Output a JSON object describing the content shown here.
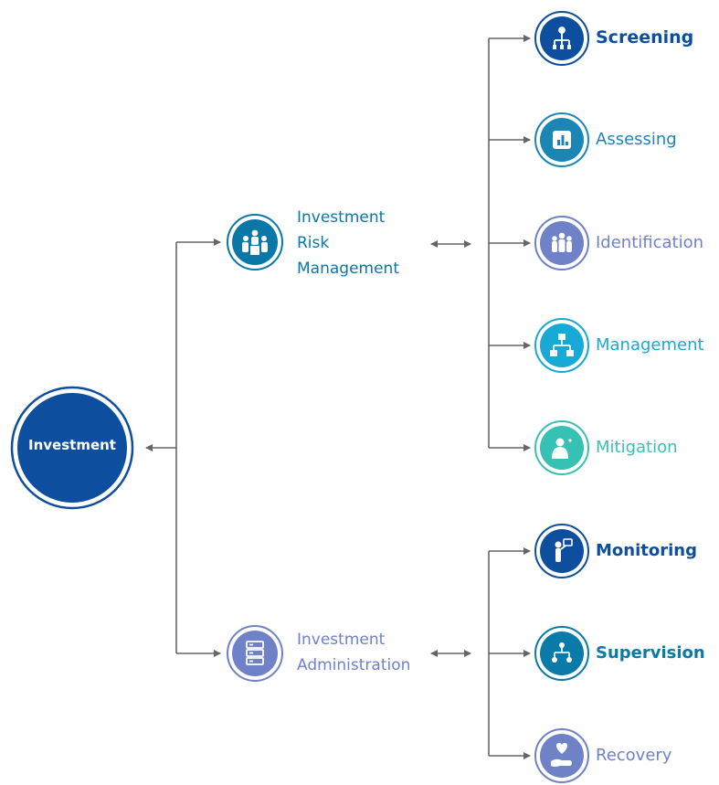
{
  "root": {
    "label": "Investment",
    "color": "#0d4f9e"
  },
  "branches": [
    {
      "id": "risk",
      "label_lines": [
        "Investment",
        "Risk",
        "Management"
      ],
      "color": "#0a78a6",
      "icon": "team-icon"
    },
    {
      "id": "admin",
      "label_lines": [
        "Investment",
        "Administration"
      ],
      "color": "#6f82c8",
      "icon": "server-icon"
    }
  ],
  "leaves": [
    {
      "label": "Screening",
      "color": "#0d4f9e",
      "icon": "org-chart-icon",
      "bold": true
    },
    {
      "label": "Assessing",
      "color": "#1b86b6",
      "icon": "bar-chart-icon",
      "bold": false
    },
    {
      "label": "Identification",
      "color": "#6f82c8",
      "icon": "group-icon",
      "bold": false
    },
    {
      "label": "Management",
      "color": "#19a9d6",
      "icon": "hierarchy-icon",
      "bold": false
    },
    {
      "label": "Mitigation",
      "color": "#37c1b4",
      "icon": "user-icon",
      "bold": false
    },
    {
      "label": "Monitoring",
      "color": "#0d4f9e",
      "icon": "presenter-icon",
      "bold": true
    },
    {
      "label": "Supervision",
      "color": "#0a7aa8",
      "icon": "network-icon",
      "bold": true
    },
    {
      "label": "Recovery",
      "color": "#6f82c8",
      "icon": "hand-heart-icon",
      "bold": false
    }
  ]
}
